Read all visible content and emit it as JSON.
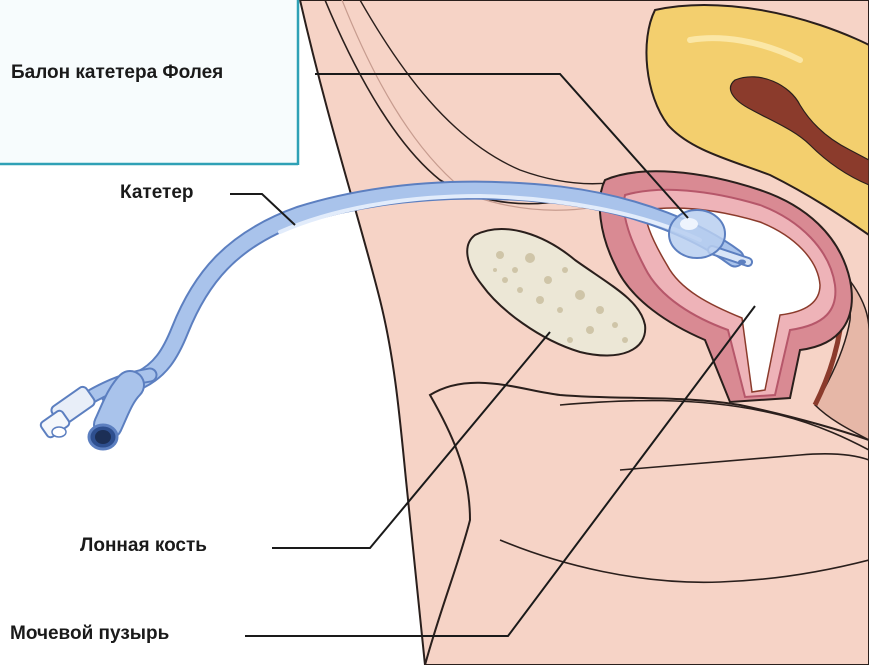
{
  "labels": {
    "balloon": "Балон катетера Фолея",
    "catheter": "Катетер",
    "pubic_bone": "Лонная кость",
    "bladder": "Мочевой пузырь"
  },
  "colors": {
    "skin": "#f6d3c6",
    "skin_outline": "#2a1f1c",
    "bladder_wall": "#d98a93",
    "bladder_wall_dark": "#b6576a",
    "bone_fill": "#ece7d6",
    "uterus_yellow": "#f3cf6e",
    "uterus_inner": "#8b3b2c",
    "catheter_blue": "#a9c3eb",
    "catheter_dark": "#5c7fc0",
    "frame_border": "#2fa1b6",
    "panel_fill": "#e7f6f8"
  }
}
